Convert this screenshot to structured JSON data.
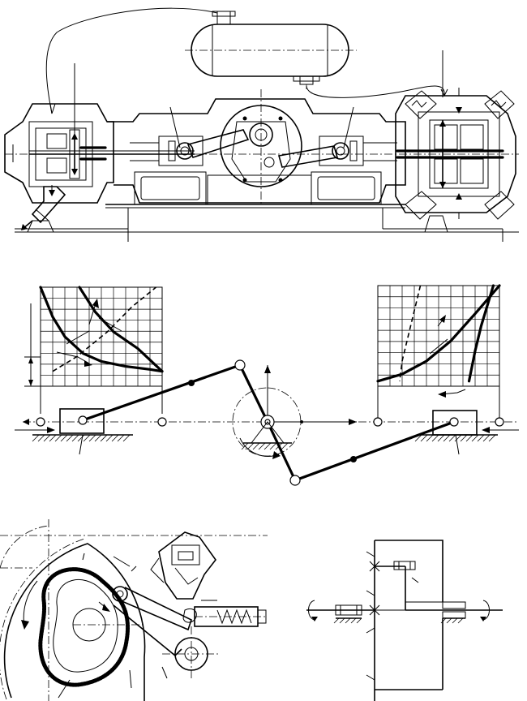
{
  "figure": {
    "panels": [
      {
        "id": "compressor-section",
        "type": "mechanical-drawing"
      },
      {
        "id": "crank-mechanism-diagrams",
        "type": "kinematic-diagram"
      },
      {
        "id": "cam-mechanism",
        "type": "mechanical-drawing"
      },
      {
        "id": "gear-train-scheme",
        "type": "kinematic-diagram"
      }
    ],
    "colors": {
      "line": "#000000",
      "background": "#ffffff"
    }
  },
  "chart_data": [
    {
      "type": "line",
      "id": "left-indicator-diagram",
      "grid": true,
      "title": "",
      "xlabel": "",
      "ylabel": "",
      "series": [
        {
          "style": "solid",
          "x": [
            0,
            0.1,
            0.2,
            0.35,
            0.5,
            0.7,
            0.9,
            1.0
          ],
          "y": [
            1.0,
            0.7,
            0.5,
            0.33,
            0.25,
            0.2,
            0.17,
            0.15
          ]
        },
        {
          "style": "solid",
          "x": [
            0.32,
            0.45,
            0.6,
            0.8,
            1.0
          ],
          "y": [
            1.0,
            0.75,
            0.55,
            0.38,
            0.15
          ]
        },
        {
          "style": "dashed",
          "x": [
            0.1,
            0.3,
            0.55,
            0.75,
            0.9,
            0.95
          ],
          "y": [
            0.15,
            0.3,
            0.55,
            0.8,
            0.95,
            1.0
          ]
        }
      ]
    },
    {
      "type": "line",
      "id": "right-indicator-diagram",
      "grid": true,
      "title": "",
      "xlabel": "",
      "ylabel": "",
      "series": [
        {
          "style": "solid",
          "x": [
            0,
            0.2,
            0.4,
            0.6,
            0.8,
            1.0
          ],
          "y": [
            0.05,
            0.12,
            0.25,
            0.45,
            0.72,
            1.0
          ]
        },
        {
          "style": "dashed",
          "x": [
            0.35,
            0.3,
            0.25,
            0.2,
            0.18
          ],
          "y": [
            1.0,
            0.75,
            0.5,
            0.25,
            0.05
          ]
        },
        {
          "style": "solid",
          "x": [
            0.95,
            0.9,
            0.85,
            0.8,
            0.75
          ],
          "y": [
            1.0,
            0.8,
            0.6,
            0.35,
            0.05
          ]
        }
      ]
    }
  ]
}
